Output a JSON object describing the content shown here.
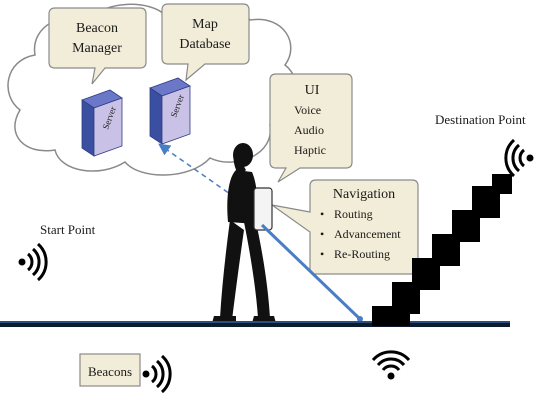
{
  "cloud": {
    "beacon_manager": [
      "Beacon",
      "Manager"
    ],
    "map_database": [
      "Map",
      "Database"
    ],
    "server_label": "Server"
  },
  "ui_box": {
    "title": "UI",
    "items": [
      "Voice",
      "Audio",
      "Haptic"
    ]
  },
  "navigation_box": {
    "title": "Navigation",
    "items": [
      "Routing",
      "Advancement",
      "Re-Routing"
    ]
  },
  "labels": {
    "start_point": "Start Point",
    "destination_point": "Destination Point",
    "beacons": "Beacons"
  },
  "colors": {
    "callout_fill": "#f2edd8",
    "callout_stroke": "#8a8a8a",
    "server_blue": "#3a4fa0",
    "server_side": "#c9c2e6",
    "line_blue": "#4a7ec4",
    "floor": "#0d1b2e",
    "stairs": "#000000"
  },
  "icons": {
    "signal": "wifi-signal-icon",
    "person": "person-with-cane-icon",
    "server": "server-icon"
  }
}
